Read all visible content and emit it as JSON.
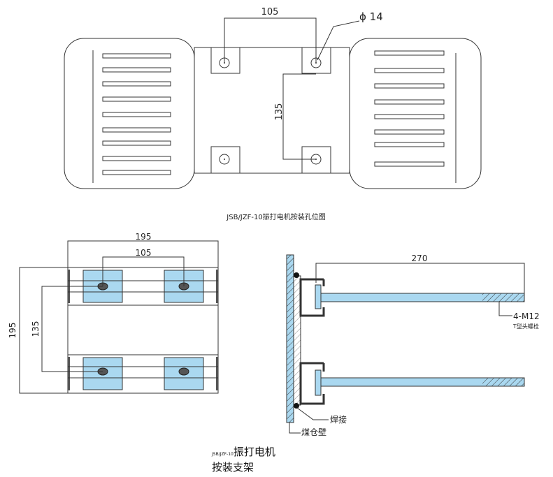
{
  "top_view": {
    "dim_horizontal": "105",
    "dim_vertical": "135",
    "hole_diameter": "ϕ 14",
    "caption": "JSB/JZF-10振打电机按装孔位图"
  },
  "bottom_left_view": {
    "dim_width": "195",
    "dim_hole_spacing": "105",
    "dim_height": "195",
    "dim_vertical_spacing": "135"
  },
  "side_view": {
    "dim_length": "270",
    "bolt_spec": "4-M12",
    "bolt_type": "T型头螺栓",
    "weld_label": "焊接",
    "wall_label": "煤仓壁"
  },
  "bottom_caption": {
    "model": "JSB/JZF-10",
    "line1": "振打电机",
    "line2": "按装支架"
  },
  "colors": {
    "blue": "#aad8f0",
    "line": "#333333"
  }
}
